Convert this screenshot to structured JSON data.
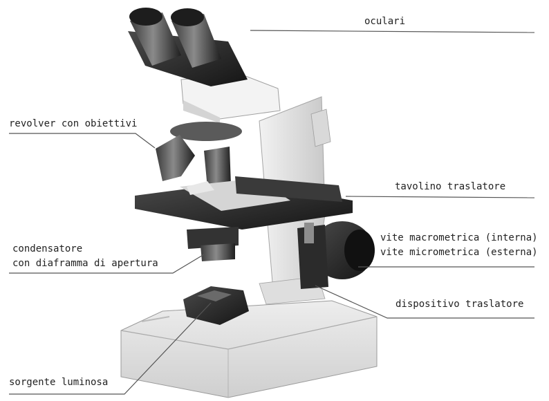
{
  "labels": {
    "oculari": "oculari",
    "revolver": "revolver con obiettivi",
    "tavolino": "tavolino traslatore",
    "condensatore_1": "condensatore",
    "condensatore_2": "con diaframma di apertura",
    "vite_macro": "vite macrometrica (interna)",
    "vite_micro": "vite micrometrica (esterna)",
    "dispositivo": "dispositivo traslatore",
    "sorgente": "sorgente luminosa"
  },
  "colors": {
    "body": "#e6e6e6",
    "dark": "#2a2a2a",
    "line": "#555555",
    "text": "#222222"
  }
}
